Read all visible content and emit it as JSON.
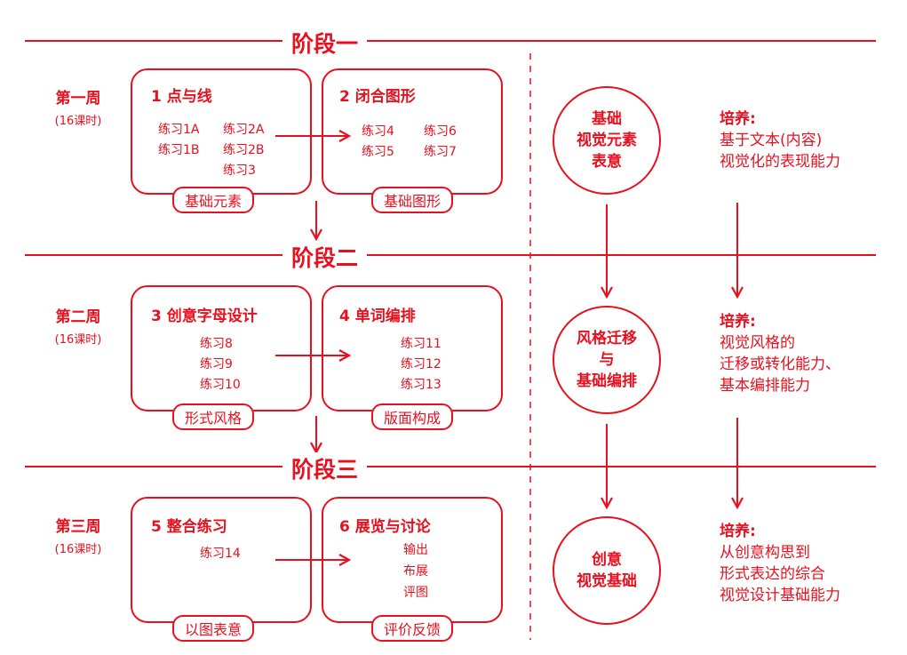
{
  "colors": {
    "accent": "#e8101e",
    "background": "#ffffff"
  },
  "stages": [
    {
      "title": "阶段一"
    },
    {
      "title": "阶段二"
    },
    {
      "title": "阶段三"
    }
  ],
  "weeks": [
    {
      "name": "第一周",
      "hours": "(16课时)"
    },
    {
      "name": "第二周",
      "hours": "(16课时)"
    },
    {
      "name": "第三周",
      "hours": "(16课时)"
    }
  ],
  "modules": [
    {
      "title": "1 点与线",
      "exercises": [
        "练习1A",
        "练习2A",
        "练习1B",
        "练习2B",
        "练习3"
      ],
      "tag": "基础元素"
    },
    {
      "title": "2 闭合图形",
      "exercises": [
        "练习4",
        "练习6",
        "练习5",
        "练习7"
      ],
      "tag": "基础图形"
    },
    {
      "title": "3 创意字母设计",
      "exercises": [
        "练习8",
        "练习9",
        "练习10"
      ],
      "tag": "形式风格"
    },
    {
      "title": "4 单词编排",
      "exercises": [
        "练习11",
        "练习12",
        "练习13"
      ],
      "tag": "版面构成"
    },
    {
      "title": "5 整合练习",
      "exercises": [
        "练习14"
      ],
      "tag": "以图表意"
    },
    {
      "title": "6 展览与讨论",
      "exercises": [
        "输出",
        "布展",
        "评图"
      ],
      "tag": "评价反馈"
    }
  ],
  "circles": [
    {
      "lines": [
        "基础",
        "视觉元素",
        "表意"
      ]
    },
    {
      "lines": [
        "风格迁移",
        "与",
        "基础编排"
      ]
    },
    {
      "lines": [
        "创意",
        "视觉基础"
      ]
    }
  ],
  "cultivation": [
    {
      "heading": "培养:",
      "lines": [
        "基于文本(内容)",
        "视觉化的表现能力"
      ]
    },
    {
      "heading": "培养:",
      "lines": [
        "视觉风格的",
        "迁移或转化能力、",
        "基本编排能力"
      ]
    },
    {
      "heading": "培养:",
      "lines": [
        "从创意构思到",
        "形式表达的综合",
        "视觉设计基础能力"
      ]
    }
  ]
}
